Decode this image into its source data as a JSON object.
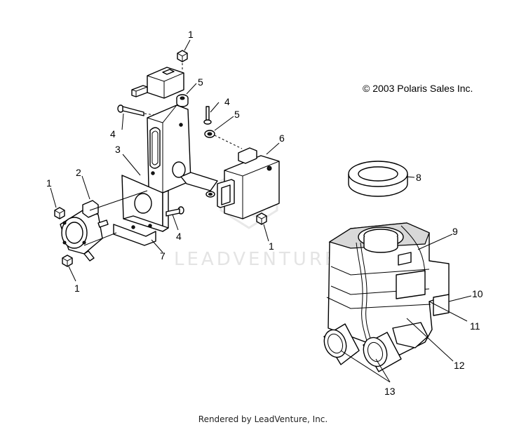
{
  "copyright": "© 2003 Polaris Sales Inc.",
  "footer": "Rendered by LeadVenture, Inc.",
  "watermark": "LEADVENTURE",
  "callouts": {
    "c1_top": "1",
    "c5_top": "5",
    "c4_a": "4",
    "c5_b": "5",
    "c4_left": "4",
    "c6": "6",
    "c3": "3",
    "c2": "2",
    "c1_left": "1",
    "c4_lower": "4",
    "c7": "7",
    "c1_right": "1",
    "c1_bottom": "1",
    "c8": "8",
    "c9": "9",
    "c10": "10",
    "c11": "11",
    "c12": "12",
    "c13": "13"
  }
}
